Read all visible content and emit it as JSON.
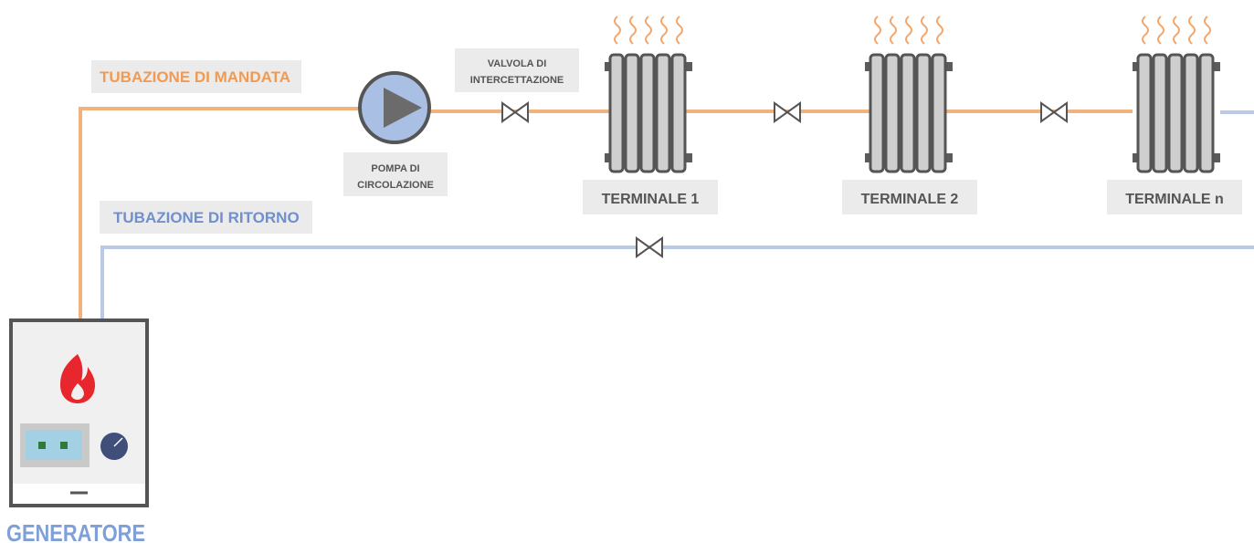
{
  "labels": {
    "supply_pipe": "TUBAZIONE DI MANDATA",
    "return_pipe": "TUBAZIONE DI RITORNO",
    "valve_line1": "VALVOLA DI",
    "valve_line2": "INTERCETTAZIONE",
    "pump_line1": "POMPA DI",
    "pump_line2": "CIRCOLAZIONE",
    "generator": "GENERATORE"
  },
  "terminals": [
    {
      "label": "TERMINALE 1"
    },
    {
      "label": "TERMINALE 2"
    },
    {
      "label": "TERMINALE n"
    }
  ],
  "colors": {
    "supply": "#f0b27f",
    "supply_text": "#f09a52",
    "return": "#b9c9e6",
    "return_text": "#6f8fcf",
    "label_bg": "#ebebeb",
    "label_text": "#555555",
    "generator_text": "#7f9fd8",
    "flame": "#e8262d",
    "pump": "#a9c0e4",
    "heat_waves": "#f4a66a"
  },
  "icons": {
    "pump": "pump-icon",
    "valve": "valve-icon",
    "radiator": "radiator-icon",
    "flame": "flame-icon",
    "heat": "heat-waves-icon",
    "knob": "knob-icon"
  }
}
